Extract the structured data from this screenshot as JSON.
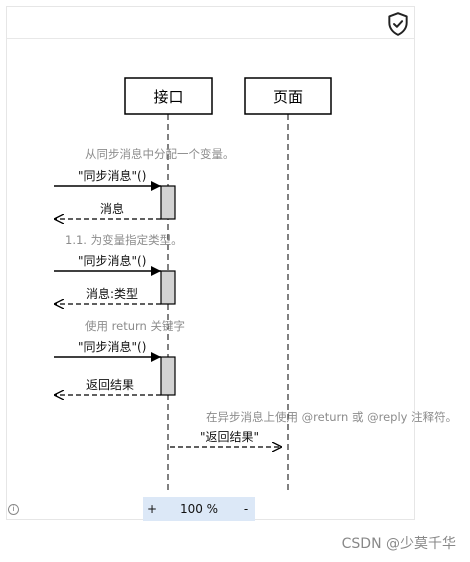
{
  "toolbar": {
    "shield_icon": "shield-check-icon"
  },
  "diagram": {
    "participants": [
      {
        "label": "接口"
      },
      {
        "label": "页面"
      }
    ],
    "notes": [
      "从同步消息中分配一个变量。",
      "1.1. 为变量指定类型。",
      "使用 return 关键字",
      "在异步消息上使用 @return 或 @reply 注释符。"
    ],
    "messages": [
      {
        "label": "\"同步消息\"()",
        "style": "sync-call"
      },
      {
        "label": "消息",
        "style": "return"
      },
      {
        "label": "\"同步消息\"()",
        "style": "sync-call"
      },
      {
        "label": "消息:类型",
        "style": "return"
      },
      {
        "label": "\"同步消息\"()",
        "style": "sync-call"
      },
      {
        "label": "返回结果",
        "style": "return"
      },
      {
        "label": "\"返回结果\"",
        "style": "async-reply"
      }
    ]
  },
  "zoom": {
    "minus": "-",
    "plus": "+",
    "value": "100 %"
  },
  "footer": {
    "info_icon": "info-icon",
    "watermark": "CSDN @少莫千华"
  }
}
